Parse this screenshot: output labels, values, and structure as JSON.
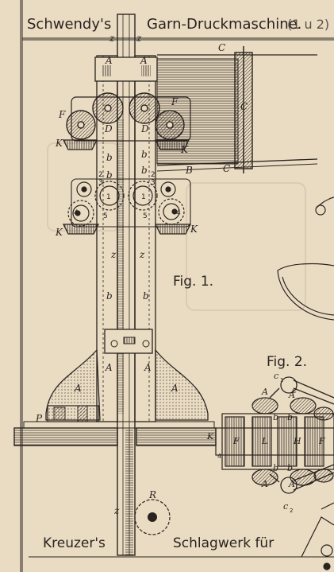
{
  "header": {
    "title_left": "Schwendy's",
    "title_right": "Garn-Druckmaschine.",
    "title_suffix": "(1 u 2)"
  },
  "footer": {
    "left": "Kreuzer's",
    "right": "Schlagwerk für"
  },
  "figures": {
    "fig1": "Fig. 1.",
    "fig2": "Fig. 2."
  },
  "labels": {
    "z": "z",
    "A": "A",
    "C": "C",
    "D": "D",
    "F": "F",
    "K": "K",
    "b": "b",
    "B": "B",
    "P": "P",
    "R": "R",
    "c": "c",
    "c1": "c",
    "c2": "c",
    "sub1": "1",
    "sub2": "2",
    "n1": "1",
    "n2": "2",
    "n3": "3",
    "n4": "4",
    "n5": "5",
    "L": "L",
    "H": "H"
  },
  "colors": {
    "paper": "#eadcc2",
    "ink": "#2a2320"
  }
}
